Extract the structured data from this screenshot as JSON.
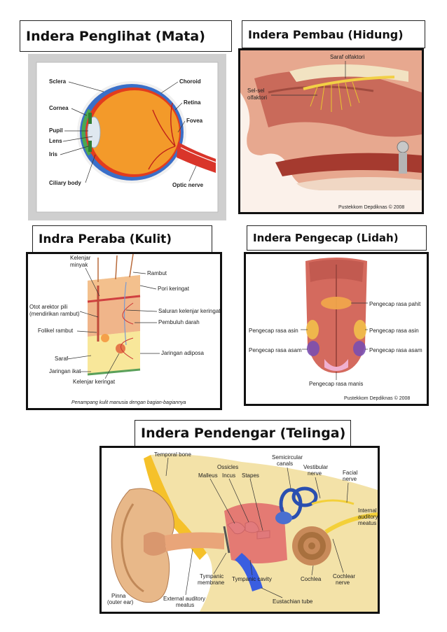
{
  "titles": {
    "eye": "Indera Penglihat (Mata)",
    "nose": "Indera Pembau (Hidung)",
    "skin": "Indra Peraba (Kulit)",
    "tongue": "Indera Pengecap (Lidah)",
    "ear": "Indera Pendengar (Telinga)"
  },
  "eye": {
    "labels": {
      "sclera": "Sclera",
      "cornea": "Cornea",
      "pupil": "Pupil",
      "lens": "Lens",
      "iris": "Iris",
      "ciliary": "Ciliary body",
      "choroid": "Choroid",
      "retina": "Retina",
      "fovea": "Fovea",
      "optic": "Optic nerve"
    }
  },
  "nose": {
    "labels": {
      "saraf": "Saraf olfaktori",
      "sel1": "Sel-sel",
      "sel2": "olfaktori"
    },
    "credit": "Pustekkom Depdiknas © 2008"
  },
  "skin": {
    "labels": {
      "kelenjar_minyak_1": "Kelenjar",
      "kelenjar_minyak_2": "minyak",
      "rambut": "Rambut",
      "pori": "Pori keringat",
      "otot1": "Otot arektor pili",
      "otot2": "(mendirikan rambut)",
      "saluran": "Saluran kelenjar keringat",
      "pembuluh": "Pembuluh darah",
      "folikel": "Folikel rambut",
      "adiposa": "Jaringan adiposa",
      "saraf": "Saraf",
      "ikat": "Jaringan ikat",
      "keringat": "Kelenjar keringat"
    },
    "caption": "Penampang kulit manusia dengan bagian-bagiannya"
  },
  "tongue": {
    "labels": {
      "pahit": "Pengecap rasa pahit",
      "asin_l": "Pengecap rasa asin",
      "asin_r": "Pengecap rasa asin",
      "asam_l": "Pengecap rasa asam",
      "asam_r": "Pengecap rasa asam",
      "manis": "Pengecap rasa manis"
    },
    "credit": "Pustekkom Depdiknas © 2008"
  },
  "ear": {
    "labels": {
      "temporal": "Temporal bone",
      "ossicles": "Ossicles",
      "malleus": "Malleus",
      "incus": "Incus",
      "stapes": "Stapes",
      "semi1": "Semicircular",
      "semi2": "canals",
      "vest1": "Vestibular",
      "vest2": "nerve",
      "facial1": "Facial",
      "facial2": "nerve",
      "int1": "Internal",
      "int2": "auditory",
      "int3": "meatus",
      "pinna1": "Pinna",
      "pinna2": "(outer ear)",
      "ext1": "External auditory",
      "ext2": "meatus",
      "tymp1": "Tympanic",
      "tymp2": "membrane",
      "cavity": "Tympanic cavity",
      "eust": "Eustachian tube",
      "cochlea": "Cochlea",
      "cnerve1": "Cochlear",
      "cnerve2": "nerve"
    }
  }
}
